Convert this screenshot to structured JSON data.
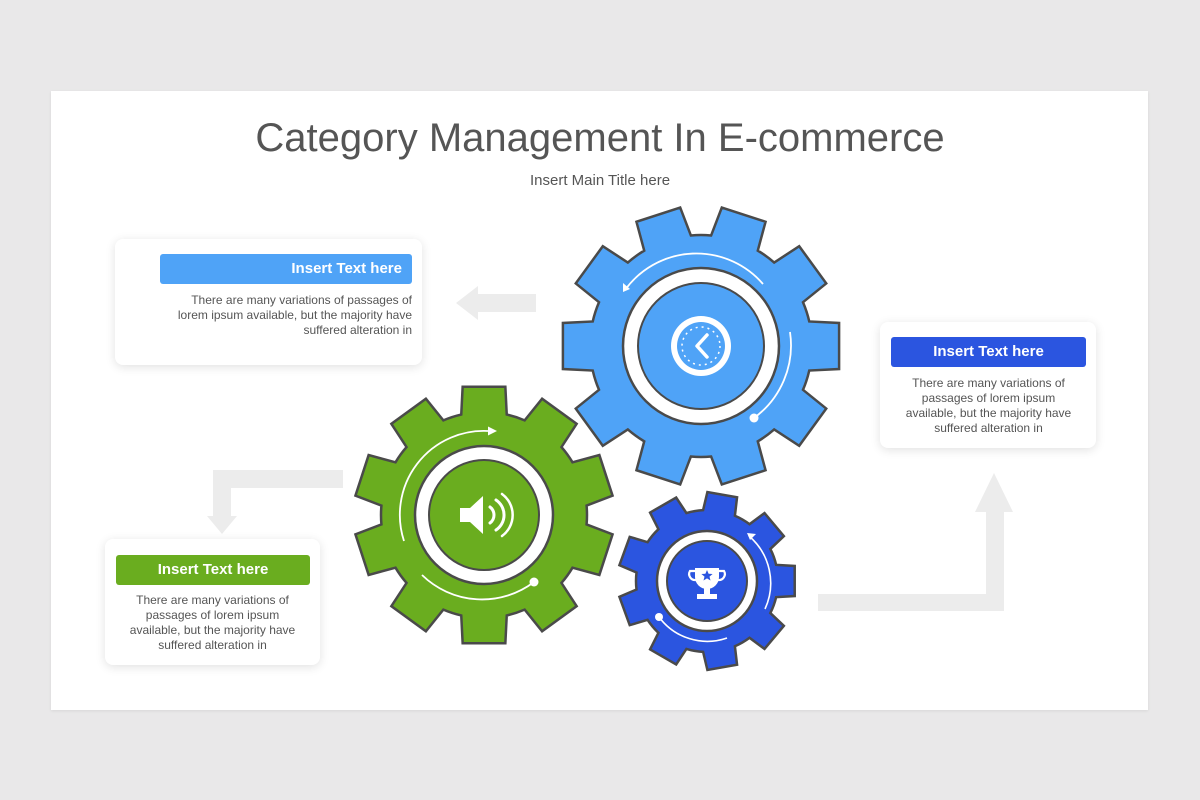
{
  "title": "Category Management In E-commerce",
  "subtitle": "Insert Main Title here",
  "colors": {
    "light_blue": "#4fa3f7",
    "green": "#6aad1f",
    "dark_blue": "#2b55e0",
    "arrow_gray": "#ececec",
    "outline": "#4a4a4a"
  },
  "cards": [
    {
      "heading": "Insert Text here",
      "text": "There are many variations of passages of lorem ipsum available, but the majority have suffered alteration in",
      "color": "#4fa3f7"
    },
    {
      "heading": "Insert Text here",
      "text": "There are many variations of passages of lorem ipsum available, but the majority have suffered alteration in",
      "color": "#2b55e0"
    },
    {
      "heading": "Insert Text here",
      "text": "There are many variations of passages of lorem ipsum available, but the majority have suffered alteration in",
      "color": "#6aad1f"
    }
  ],
  "gears": [
    {
      "color": "#4fa3f7",
      "icon": "clock-icon"
    },
    {
      "color": "#6aad1f",
      "icon": "speaker-icon"
    },
    {
      "color": "#2b55e0",
      "icon": "trophy-icon"
    }
  ]
}
